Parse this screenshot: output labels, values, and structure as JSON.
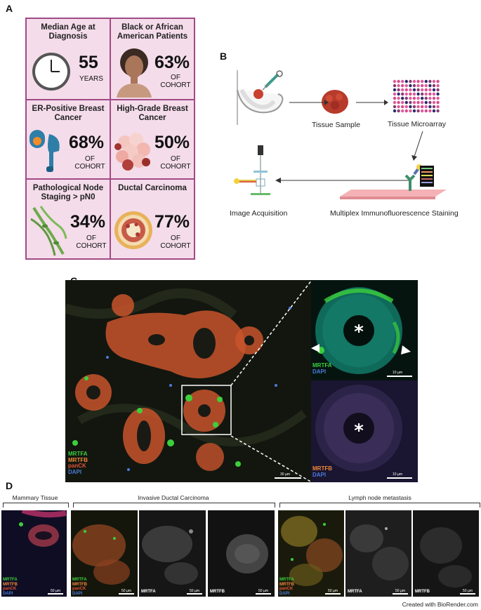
{
  "panels": {
    "a": "A",
    "b": "B",
    "c": "C",
    "d": "D"
  },
  "cohort": [
    {
      "title": "Median Age at Diagnosis",
      "value": "55",
      "unit": "YEARS",
      "icon": "clock-icon"
    },
    {
      "title": "Black or African American Patients",
      "value": "63%",
      "unit": "OF COHORT",
      "icon": "patient-icon"
    },
    {
      "title": "ER-Positive Breast Cancer",
      "value": "68%",
      "unit": "OF COHORT",
      "icon": "receptor-icon"
    },
    {
      "title": "High-Grade Breast Cancer",
      "value": "50%",
      "unit": "OF COHORT",
      "icon": "cell-cluster-icon"
    },
    {
      "title": "Pathological Node Staging > pN0",
      "value": "34%",
      "unit": "OF COHORT",
      "icon": "lymph-vessel-icon"
    },
    {
      "title": "Ductal Carcinoma",
      "value": "77%",
      "unit": "OF COHORT",
      "icon": "duct-icon"
    }
  ],
  "workflow": {
    "tissue_sample": "Tissue Sample",
    "tissue_microarray": "Tissue Microarray",
    "staining": "Multiplex Immunofluorescence Staining",
    "acquisition": "Image Acquisition"
  },
  "panel_c": {
    "main_legend": [
      "MRTFA",
      "MRTFB",
      "panCK",
      "DAPI"
    ],
    "main_scale": "30 µm",
    "top_inset_legend": [
      "MRTFA",
      "DAPI"
    ],
    "top_inset_scale": "10 µm",
    "bottom_inset_legend": [
      "MRTFB",
      "DAPI"
    ],
    "bottom_inset_scale": "10 µm"
  },
  "panel_d": {
    "groups": [
      "Mammary Tissue",
      "Invasive Ductal Carcinoma",
      "Lymph node metastasis"
    ],
    "merge_legend": [
      "MRTFA",
      "MRTFB",
      "panCK",
      "DAPI"
    ],
    "single_labels": [
      "MRTFA",
      "MRTFB",
      "MRTFA",
      "MRTFB"
    ],
    "scale": "50 µm"
  },
  "footer": "Created with BioRender.com",
  "colors": {
    "mrtfa": "#3ccf3c",
    "mrtfb": "#f0883a",
    "panck": "#e0553a",
    "dapi": "#4a7bd8",
    "cell_border": "#a14a86",
    "cell_fill": "#f4dcea"
  }
}
